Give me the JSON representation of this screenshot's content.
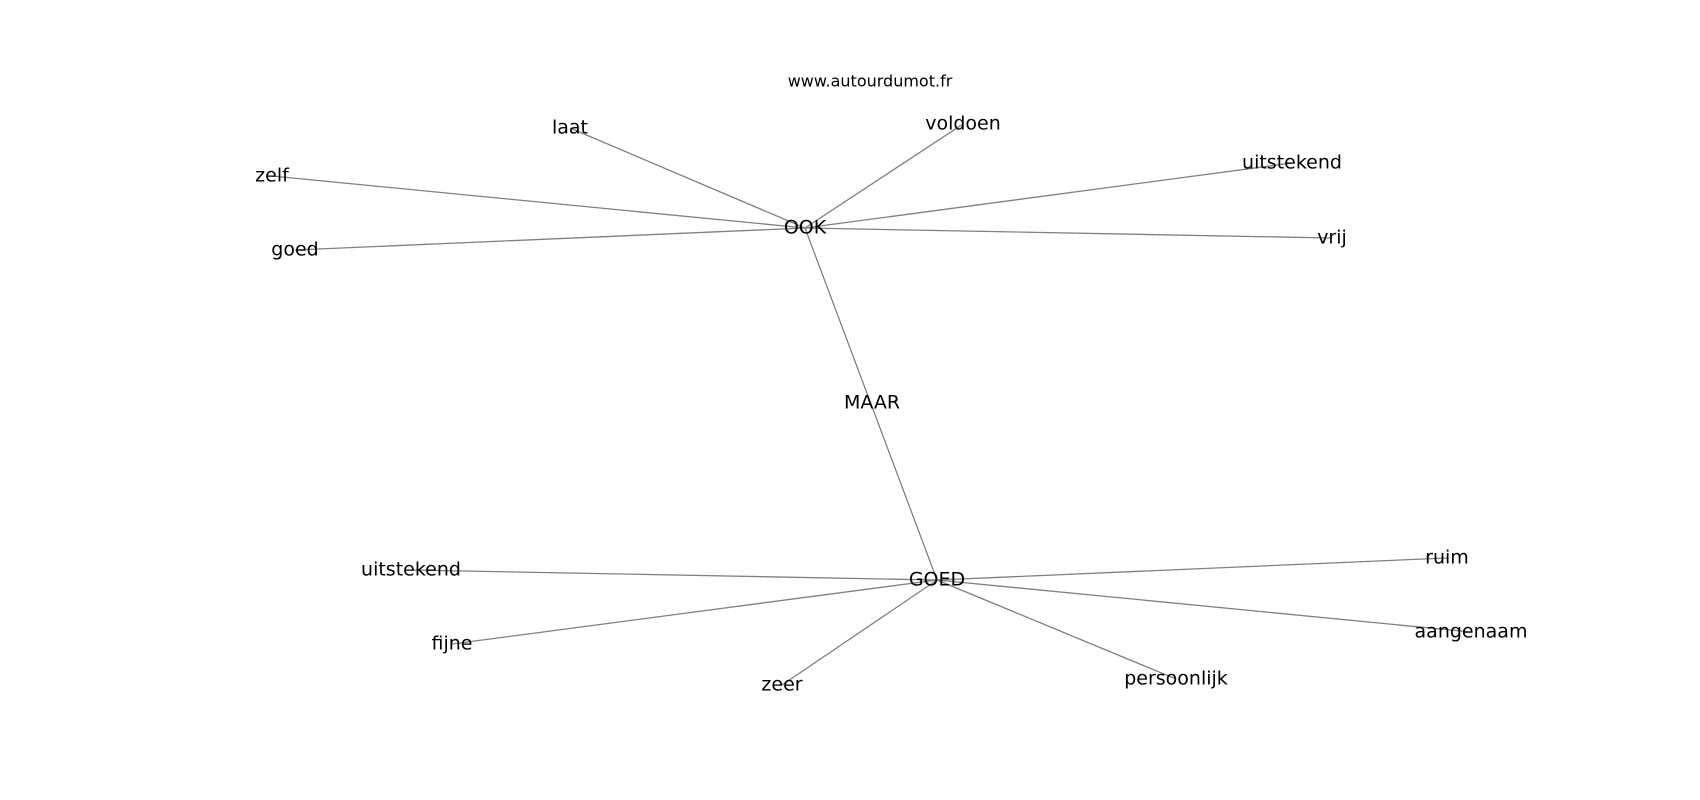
{
  "source": "www.autourdumot.fr",
  "nodes": [
    {
      "id": "ook",
      "label": "OOK"
    },
    {
      "id": "maar",
      "label": "MAAR"
    },
    {
      "id": "goed_upper",
      "label": "GOED"
    },
    {
      "id": "laat",
      "label": "laat"
    },
    {
      "id": "voldoen",
      "label": "voldoen"
    },
    {
      "id": "zelf",
      "label": "zelf"
    },
    {
      "id": "uitstekend_top",
      "label": "uitstekend"
    },
    {
      "id": "goed_lower",
      "label": "goed"
    },
    {
      "id": "vrij",
      "label": "vrij"
    },
    {
      "id": "uitstekend_bottom",
      "label": "uitstekend"
    },
    {
      "id": "ruim",
      "label": "ruim"
    },
    {
      "id": "fijne",
      "label": "fijne"
    },
    {
      "id": "aangenaam",
      "label": "aangenaam"
    },
    {
      "id": "zeer",
      "label": "zeer"
    },
    {
      "id": "persoonlijk",
      "label": "persoonlijk"
    }
  ],
  "edges": [
    [
      "ook",
      "laat"
    ],
    [
      "ook",
      "voldoen"
    ],
    [
      "ook",
      "zelf"
    ],
    [
      "ook",
      "uitstekend_top"
    ],
    [
      "ook",
      "goed_lower"
    ],
    [
      "ook",
      "vrij"
    ],
    [
      "ook",
      "goed_upper"
    ],
    [
      "goed_upper",
      "uitstekend_bottom"
    ],
    [
      "goed_upper",
      "ruim"
    ],
    [
      "goed_upper",
      "fijne"
    ],
    [
      "goed_upper",
      "aangenaam"
    ],
    [
      "goed_upper",
      "zeer"
    ],
    [
      "goed_upper",
      "persoonlijk"
    ]
  ]
}
